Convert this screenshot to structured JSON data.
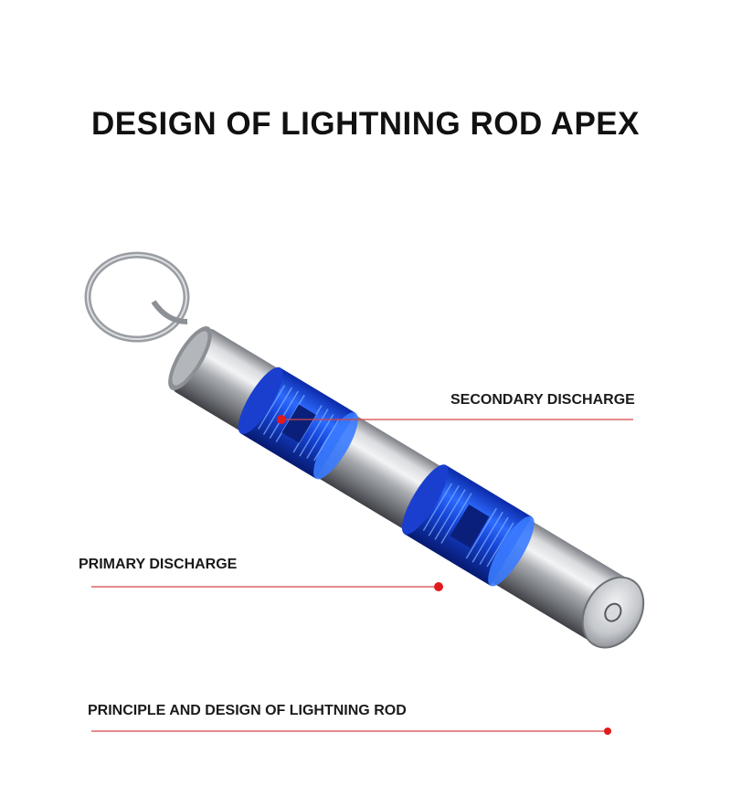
{
  "title": "DESIGN OF LIGHTNING ROD APEX",
  "callouts": {
    "secondary": "SECONDARY DISCHARGE",
    "primary": "PRIMARY DISCHARGE",
    "principle": "PRINCIPLE AND DESIGN OF LIGHTNING ROD"
  },
  "colors": {
    "background": "#ffffff",
    "text": "#111111",
    "callout_line": "#d64545",
    "callout_dot": "#e01b1b",
    "discharge_glow": "#1f5eff",
    "metal": "#b9bcc1"
  }
}
